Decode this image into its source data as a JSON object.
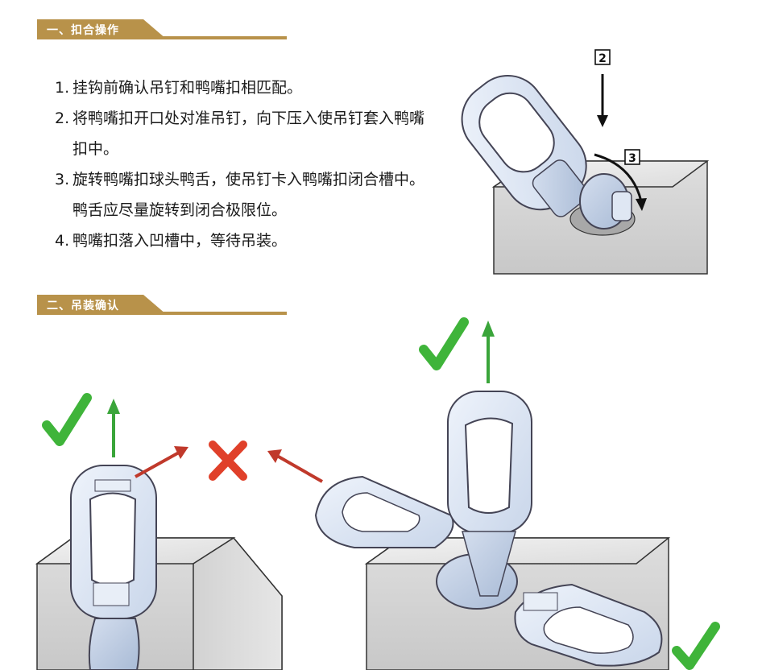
{
  "section1": {
    "title": "一、扣合操作"
  },
  "steps": [
    {
      "num": "1.",
      "text": "挂钩前确认吊钉和鸭嘴扣相匹配。"
    },
    {
      "num": "2.",
      "text": "将鸭嘴扣开口处对准吊钉，向下压入使吊钉套入鸭嘴扣中。"
    },
    {
      "num": "3.",
      "text": "旋转鸭嘴扣球头鸭舌，使吊钉卡入鸭嘴扣闭合槽中。鸭舌应尽量旋转到闭合极限位。"
    },
    {
      "num": "4.",
      "text": "鸭嘴扣落入凹槽中，等待吊装。"
    }
  ],
  "diagram1": {
    "step_label_a": "2",
    "step_label_b": "3"
  },
  "section2": {
    "title": "二、吊装确认"
  },
  "marks": {
    "check": "check-mark-icon",
    "cross": "cross-mark-icon"
  },
  "colors": {
    "accent": "#b8924a",
    "ok": "#3fb43a",
    "wrong": "#e0402a",
    "arrow_up": "#3aa53a",
    "arrow_bad": "#c0392b"
  }
}
